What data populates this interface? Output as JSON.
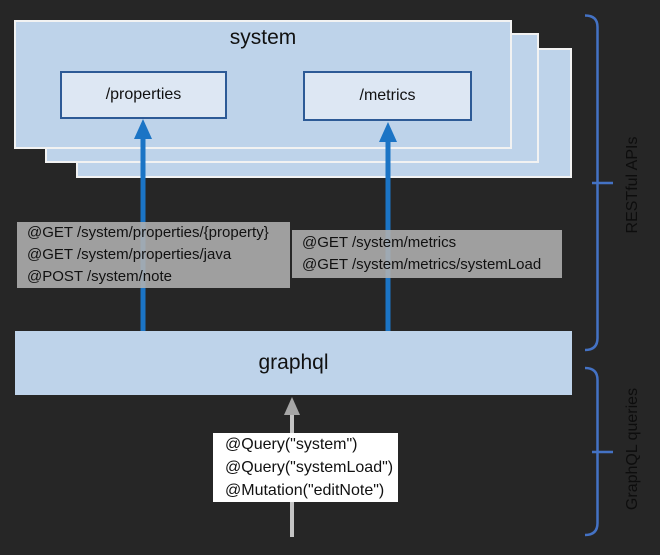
{
  "diagram": {
    "stack": {
      "title": "system",
      "endpoints": {
        "properties": "/properties",
        "metrics": "/metrics"
      }
    },
    "graphql_bar_label": "graphql",
    "rest_annotations": {
      "properties": [
        "@GET /system/properties/{property}",
        "@GET /system/properties/java",
        "@POST /system/note"
      ],
      "metrics": [
        "@GET /system/metrics",
        "@GET /system/metrics/systemLoad"
      ]
    },
    "graphql_annotation": [
      "@Query(\"system\")",
      "@Query(\"systemLoad\")",
      "@Mutation(\"editNote\")"
    ],
    "brackets": {
      "restful": "RESTful APIs",
      "graphql": "GraphQL queries"
    },
    "colors": {
      "background": "#262626",
      "sheet_fill": "#bed3ea",
      "sheet_border": "#f2f2f2",
      "endpoint_fill": "#dde7f3",
      "endpoint_border": "#2d5a96",
      "arrow_blue": "#1b74c5",
      "arrow_gray_line": "#c4c4c4",
      "arrow_gray_head": "#a6a6a6",
      "bracket_blue": "#4472c4",
      "note_gray": "#b0b0b0",
      "note_white": "#ffffff",
      "text": "#111111"
    }
  }
}
